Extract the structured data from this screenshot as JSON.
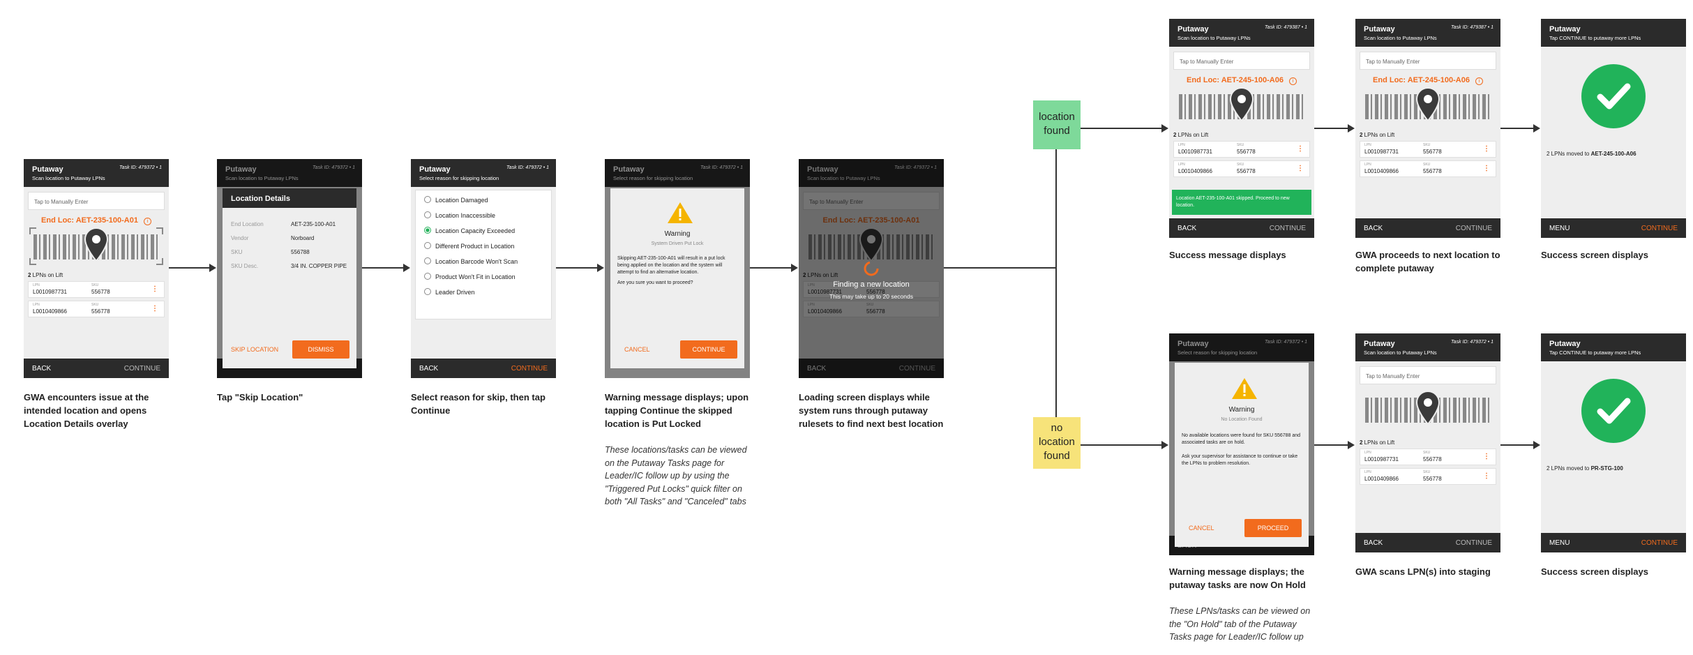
{
  "common": {
    "putaway": "Putaway",
    "scan_sub": "Scan location to Putaway LPNs",
    "skip_sub": "Select reason for skipping location",
    "task_id": "Task ID: 479372 • 1",
    "task_id_b": "Task ID: 479387 • 1",
    "manual": "Tap to Manually Enter",
    "lpns_on_lift_num": "2",
    "lpns_on_lift": " LPNs on Lift",
    "lpn_label": "LPN",
    "sku_label": "SKU",
    "lpn1": "L0010987731",
    "lpn2": "L0010409866",
    "sku": "556778",
    "more": "⋮",
    "back": "BACK",
    "continue": "CONTINUE",
    "menu": "MENU"
  },
  "s1": {
    "endloc": "End Loc: AET-235-100-A01"
  },
  "s2": {
    "title": "Location Details",
    "rows": [
      {
        "k": "End Location",
        "v": "AET-235-100-A01"
      },
      {
        "k": "Vendor",
        "v": "Norboard"
      },
      {
        "k": "SKU",
        "v": "556788"
      },
      {
        "k": "SKU Desc.",
        "v": "3/4 IN. COPPER PIPE"
      }
    ],
    "skip": "SKIP LOCATION",
    "dismiss": "DISMISS"
  },
  "s3": {
    "options": [
      "Location Damaged",
      "Location Inaccessible",
      "Location Capacity Exceeded",
      "Different Product in Location",
      "Location Barcode Won't Scan",
      "Product Won't Fit in Location",
      "Leader Driven"
    ]
  },
  "s4": {
    "title": "Warning",
    "sub": "System Driven Put Lock",
    "body": "Skipping AET-235-100-A01 will result in a put lock being applied on the location and the system will attempt to find an alternative location.",
    "q": "Are you sure you want to proceed?",
    "cancel": "CANCEL",
    "continue": "CONTINUE"
  },
  "s5": {
    "finding": "Finding a new location",
    "wait": "This may take up to 20 seconds"
  },
  "a1": {
    "endloc": "End Loc: AET-245-100-A06",
    "success": "Location AET-235-100-A01 skipped. Proceed to new location."
  },
  "a3": {
    "sub": "Tap CONTINUE to putaway more LPNs",
    "moved_pre": "2 LPNs moved to ",
    "moved_loc": "AET-245-100-A06"
  },
  "b1": {
    "title": "Warning",
    "sub": "No Location Found",
    "body1": "No available locations were found for SKU 556788 and associated tasks are on hold.",
    "body2": "Ask your supervisor for assistance to continue or take the LPNs to problem resolution.",
    "cancel": "CANCEL",
    "proceed": "PROCEED"
  },
  "b3": {
    "moved_pre": "2 LPNs moved to ",
    "moved_loc": "PR-STG-100"
  },
  "stickies": {
    "found": "location found",
    "not_found": "no location found"
  },
  "captions": {
    "c1": "GWA encounters issue at the intended location and opens Location Details overlay",
    "c2": "Tap \"Skip Location\"",
    "c3": "Select reason for skip, then tap Continue",
    "c4": "Warning message displays; upon tapping Continue the skipped location is Put Locked",
    "c4_note": "These locations/tasks can be viewed on the Putaway Tasks page for Leader/IC follow up by using the \"Triggered Put Locks\" quick filter on both \"All Tasks\" and \"Canceled\" tabs",
    "c5": "Loading screen displays while system runs through putaway rulesets to find next best location",
    "a1": "Success message displays",
    "a2": "GWA proceeds to next location to complete putaway",
    "a3": "Success screen displays",
    "b1": "Warning message displays; the putaway tasks are now On Hold",
    "b1_note": "These LPNs/tasks can be viewed on the \"On Hold\" tab of the Putaway Tasks page for Leader/IC follow up",
    "b2": "GWA scans LPN(s) into staging",
    "b3": "Success screen displays"
  },
  "colors": {
    "orange": "#f26b1d",
    "green": "#21b35a",
    "dark": "#2b2b2b",
    "sticky_green": "#7ed99a",
    "sticky_yellow": "#f7e37a"
  }
}
